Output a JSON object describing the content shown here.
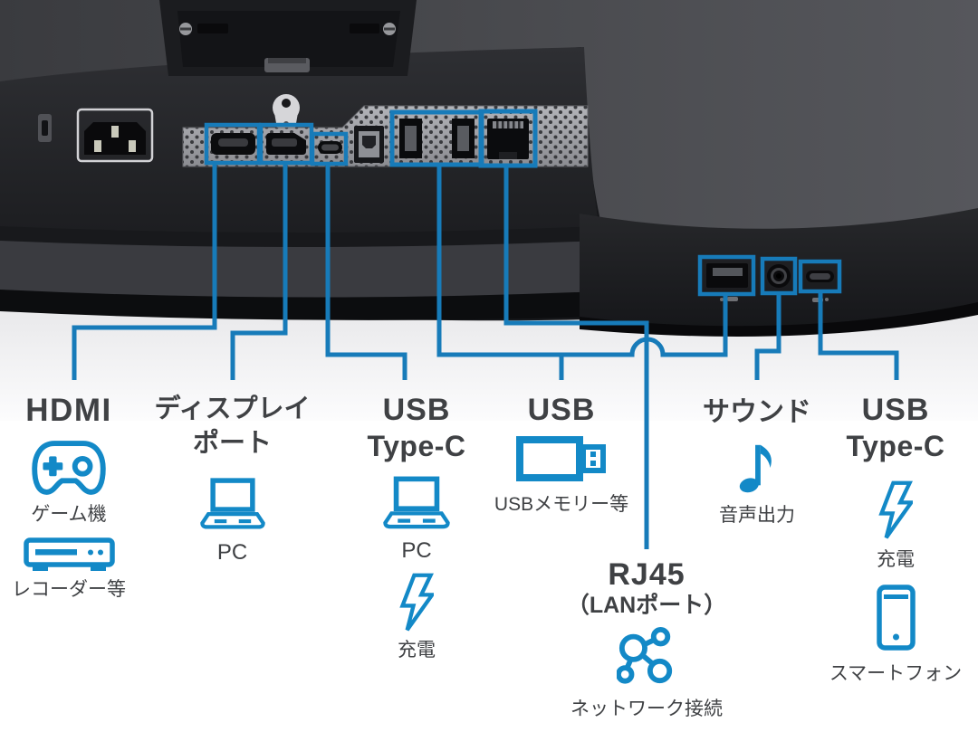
{
  "colors": {
    "accent_blue": "#177bb9",
    "icon_blue": "#1389c7",
    "label_text": "#3f4144"
  },
  "sections": {
    "hdmi": {
      "title": "HDMI",
      "item1_icon": "gamepad-icon",
      "item1_label": "ゲーム機",
      "item2_icon": "recorder-icon",
      "item2_label": "レコーダー等"
    },
    "displayport": {
      "title1": "ディスプレイ",
      "title2": "ポート",
      "item1_icon": "laptop-icon",
      "item1_label": "PC"
    },
    "usb_type_c_rear": {
      "title1": "USB",
      "title2": "Type-C",
      "item1_icon": "laptop-icon",
      "item1_label": "PC",
      "item2_icon": "lightning-bolt-icon",
      "item2_label": "充電"
    },
    "usb": {
      "title": "USB",
      "item1_icon": "usb-memory-icon",
      "item1_label": "USBメモリー等"
    },
    "sound": {
      "title": "サウンド",
      "item1_icon": "music-note-icon",
      "item1_label": "音声出力"
    },
    "usb_type_c_side": {
      "title1": "USB",
      "title2": "Type-C",
      "item1_icon": "lightning-bolt-icon",
      "item1_label": "充電",
      "item2_icon": "smartphone-icon",
      "item2_label": "スマートフォン"
    },
    "rj45": {
      "title": "RJ45",
      "subtitle": "（LANポート）",
      "item1_icon": "network-icon",
      "item1_label": "ネットワーク接続"
    }
  }
}
